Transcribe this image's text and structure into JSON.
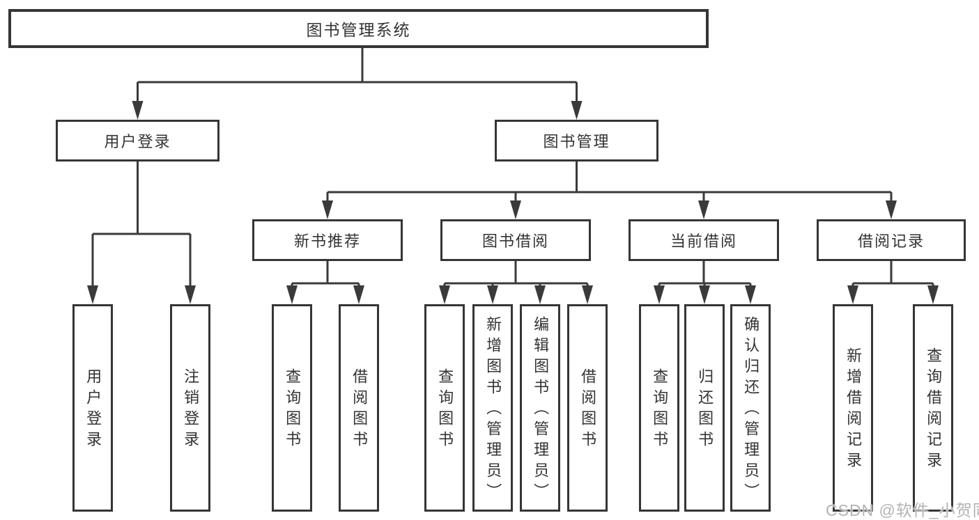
{
  "diagram_title": "图书管理系统",
  "colors": {
    "background": "#ffffff",
    "line": "#3a3a3a",
    "text": "#333333",
    "watermark": "#b3b3b3"
  },
  "watermark": {
    "text": "CSDN @软件_小贺同学"
  },
  "tree": {
    "label": "图书管理系统",
    "children": [
      {
        "label": "用户登录",
        "children": [
          {
            "label": "用户登录"
          },
          {
            "label": "注销登录"
          }
        ]
      },
      {
        "label": "图书管理",
        "children": [
          {
            "label": "新书推荐",
            "children": [
              {
                "label": "查询图书"
              },
              {
                "label": "借阅图书"
              }
            ]
          },
          {
            "label": "图书借阅",
            "children": [
              {
                "label": "查询图书"
              },
              {
                "label": "新增图书（管理员）"
              },
              {
                "label": "编辑图书（管理员）"
              },
              {
                "label": "借阅图书"
              }
            ]
          },
          {
            "label": "当前借阅",
            "children": [
              {
                "label": "查询图书"
              },
              {
                "label": "归还图书"
              },
              {
                "label": "确认归还（管理员）"
              }
            ]
          },
          {
            "label": "借阅记录",
            "children": [
              {
                "label": "新增借阅记录"
              },
              {
                "label": "查询借阅记录"
              }
            ]
          }
        ]
      }
    ]
  }
}
